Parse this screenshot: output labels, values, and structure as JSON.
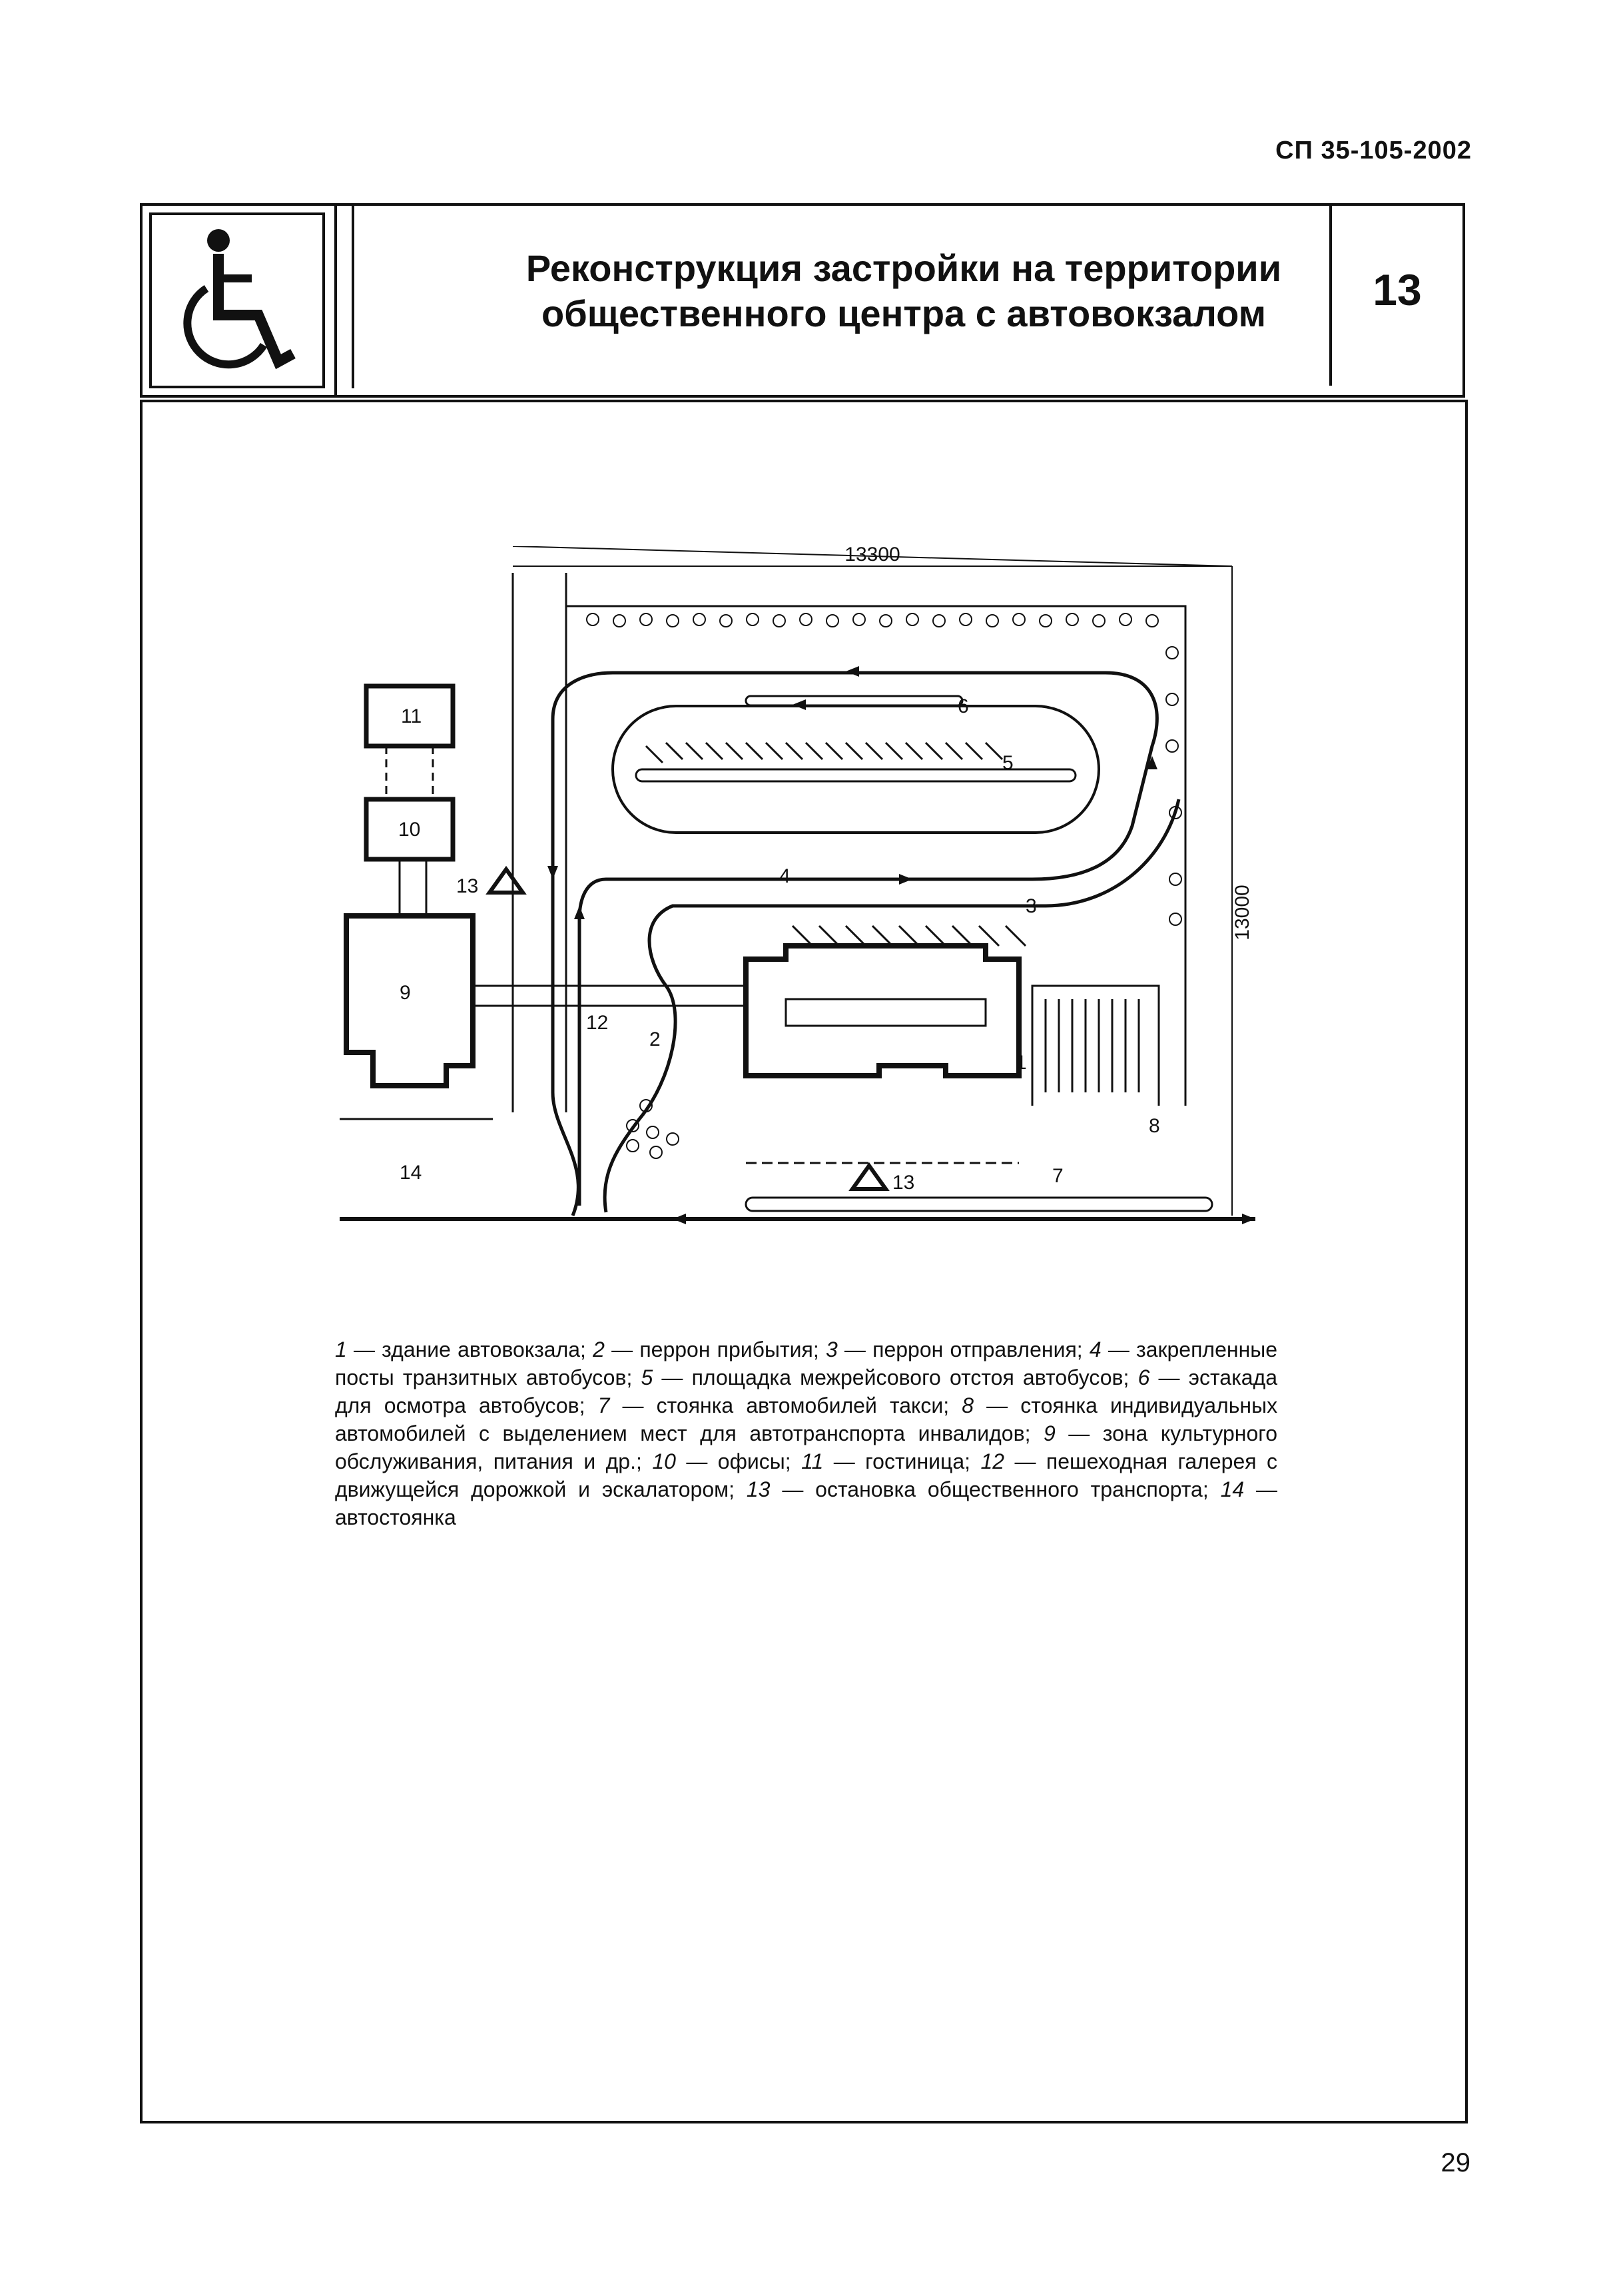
{
  "header": {
    "doc_code": "СП 35-105-2002",
    "title_line1": "Реконструкция застройки на территории",
    "title_line2": "общественного центра с автовокзалом",
    "sheet_number": "13",
    "icon": "wheelchair-icon"
  },
  "plan": {
    "dim_width": "13300",
    "dim_height": "13000",
    "labels": {
      "l1": "1",
      "l2": "2",
      "l3": "3",
      "l4": "4",
      "l5": "5",
      "l6": "6",
      "l7": "7",
      "l8": "8",
      "l9": "9",
      "l10": "10",
      "l11": "11",
      "l12": "12",
      "l13a": "13",
      "l13b": "13",
      "l14": "14"
    }
  },
  "legend": {
    "items": [
      {
        "num": "1",
        "text": "здание автовокзала;"
      },
      {
        "num": "2",
        "text": "перрон прибытия;"
      },
      {
        "num": "3",
        "text": "перрон отправления;"
      },
      {
        "num": "4",
        "text": "закрепленные посты транзитных автобусов;"
      },
      {
        "num": "5",
        "text": "площадка межрейсового отстоя автобусов;"
      },
      {
        "num": "6",
        "text": "эстакада для осмотра автобусов;"
      },
      {
        "num": "7",
        "text": "стоянка автомобилей такси;"
      },
      {
        "num": "8",
        "text": "стоянка индивидуальных автомобилей с выделением мест для автотранспорта инвалидов;"
      },
      {
        "num": "9",
        "text": "зона культурного обслуживания, питания и др.;"
      },
      {
        "num": "10",
        "text": "офисы;"
      },
      {
        "num": "11",
        "text": "гостиница;"
      },
      {
        "num": "12",
        "text": "пешеходная галерея с движущейся дорожкой и эскалатором;"
      },
      {
        "num": "13",
        "text": "остановка общественного транспорта;"
      },
      {
        "num": "14",
        "text": "автостоянка"
      }
    ]
  },
  "footer": {
    "page_number": "29"
  }
}
